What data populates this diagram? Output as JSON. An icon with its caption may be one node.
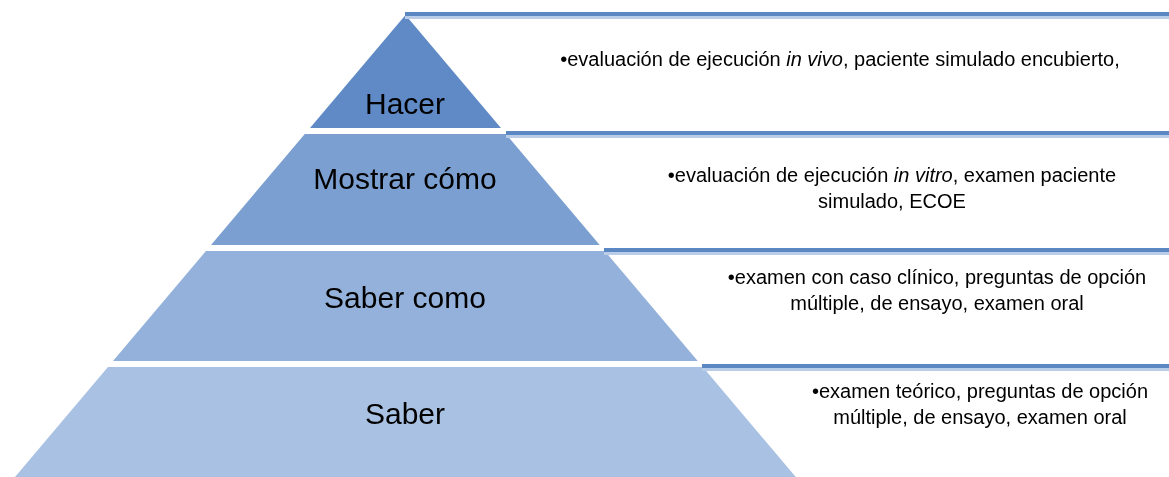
{
  "diagram": {
    "nodes": [
      {
        "text": [
          "Hacer"
        ]
      },
      {
        "text": [
          "Mostrar cómo"
        ]
      },
      {
        "text": [
          "Saber como"
        ]
      },
      {
        "text": [
          "Saber"
        ]
      },
      {
        "text": [
          "•evaluación de ejecución *in vivo*, paciente simulado encubierto,"
        ]
      },
      {
        "text": [
          "•evaluación de ejecución *in vitro*, examen paciente simulado, ECOE"
        ]
      },
      {
        "text": [
          "•examen con caso clínico, preguntas de opción múltiple, de ensayo, examen oral"
        ]
      },
      {
        "text": [
          "•examen teórico, preguntas de opción múltiple, de ensayo, examen oral"
        ]
      }
    ]
  }
}
